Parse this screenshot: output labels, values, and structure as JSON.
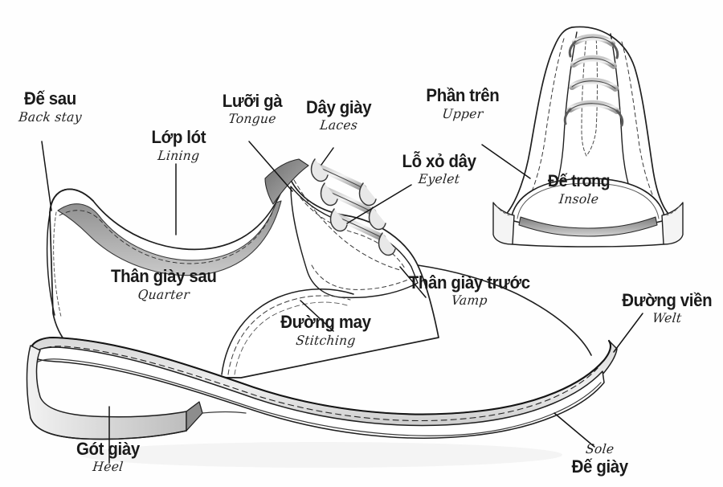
{
  "diagram": {
    "title": "Shoe anatomy diagram",
    "background_color": "#ffffff",
    "ink_color": "#1a1a1a",
    "shade_color": "#9a9a9a"
  },
  "labels": {
    "back_stay": {
      "vn": "Đế sau",
      "en": "Back stay"
    },
    "lining": {
      "vn": "Lớp lót",
      "en": "Lining"
    },
    "tongue": {
      "vn": "Lưỡi gà",
      "en": "Tongue"
    },
    "laces": {
      "vn": "Dây giày",
      "en": "Laces"
    },
    "upper": {
      "vn": "Phần trên",
      "en": "Upper"
    },
    "eyelet": {
      "vn": "Lỗ xỏ dây",
      "en": "Eyelet"
    },
    "insole": {
      "vn": "Đế trong",
      "en": "Insole"
    },
    "quarter": {
      "vn": "Thân giày sau",
      "en": "Quarter"
    },
    "stitching": {
      "vn": "Đường may",
      "en": "Stitching"
    },
    "vamp": {
      "vn": "Thân giày trước",
      "en": "Vamp"
    },
    "welt": {
      "vn": "Đường viền",
      "en": "Welt"
    },
    "heel": {
      "vn": "Gót giày",
      "en": "Heel"
    },
    "sole": {
      "vn": "Đế giày",
      "en": "Sole"
    }
  }
}
